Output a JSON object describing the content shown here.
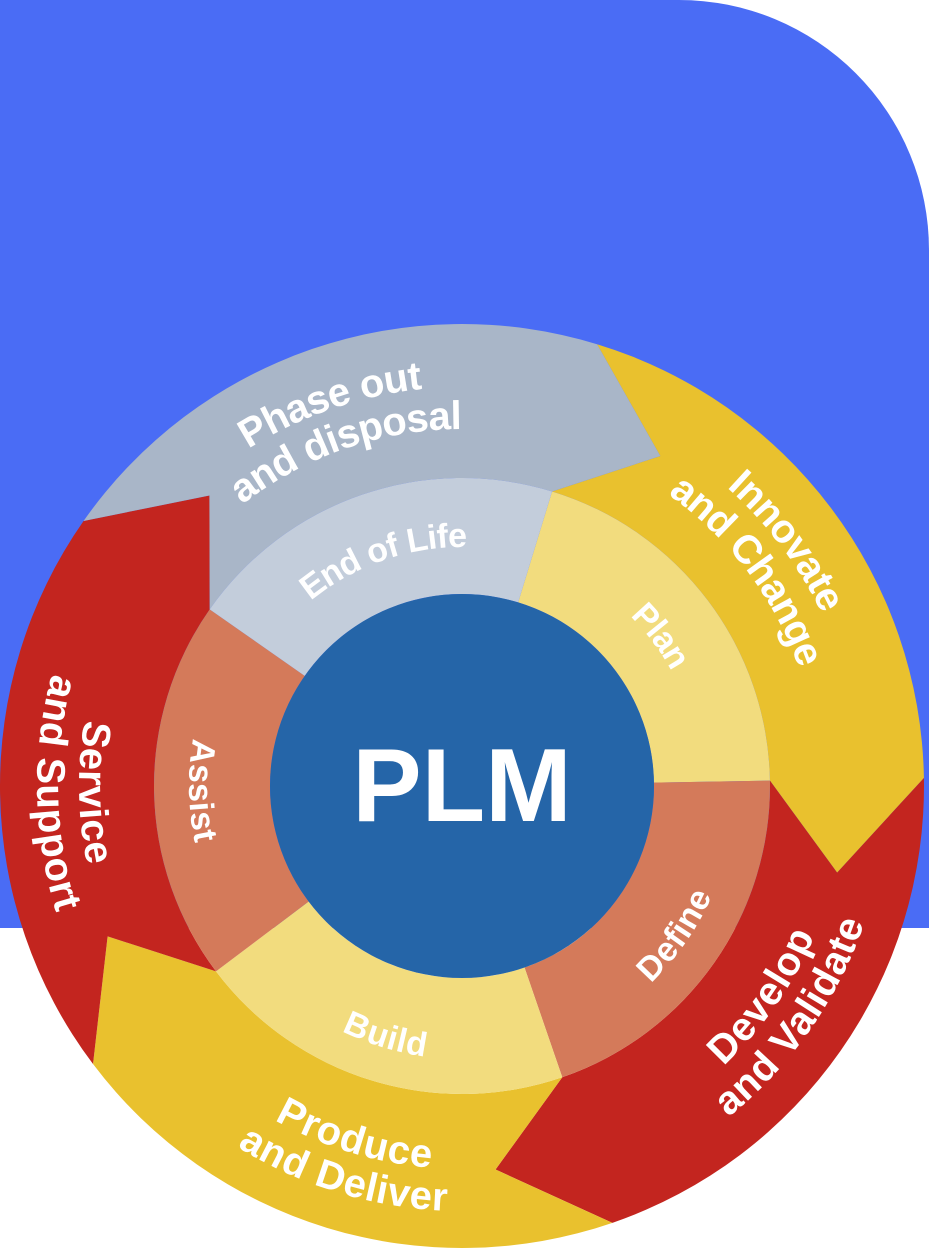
{
  "center": {
    "label": "PLM"
  },
  "phases": [
    {
      "id": "plan",
      "inner": "Plan",
      "outer": [
        "Innovate",
        "and Change"
      ],
      "outer_color": "#e9c12e",
      "inner_color": "#f2dc7e"
    },
    {
      "id": "define",
      "inner": "Define",
      "outer": [
        "Develop",
        "and Validate"
      ],
      "outer_color": "#c3251f",
      "inner_color": "#d47a5a"
    },
    {
      "id": "build",
      "inner": "Build",
      "outer": [
        "Produce",
        "and Deliver"
      ],
      "outer_color": "#e9c12e",
      "inner_color": "#f2dc7e"
    },
    {
      "id": "assist",
      "inner": "Assist",
      "outer": [
        "Service",
        "and Support"
      ],
      "outer_color": "#c3251f",
      "inner_color": "#d47a5a"
    },
    {
      "id": "end-of-life",
      "inner": "End of Life",
      "outer": [
        "Phase out",
        "and disposal"
      ],
      "outer_color": "#a9b6c8",
      "inner_color": "#c3cddb"
    }
  ],
  "colors": {
    "background_panel": "#4a6cf5",
    "center_circle": "#2565a8",
    "text": "#ffffff"
  }
}
